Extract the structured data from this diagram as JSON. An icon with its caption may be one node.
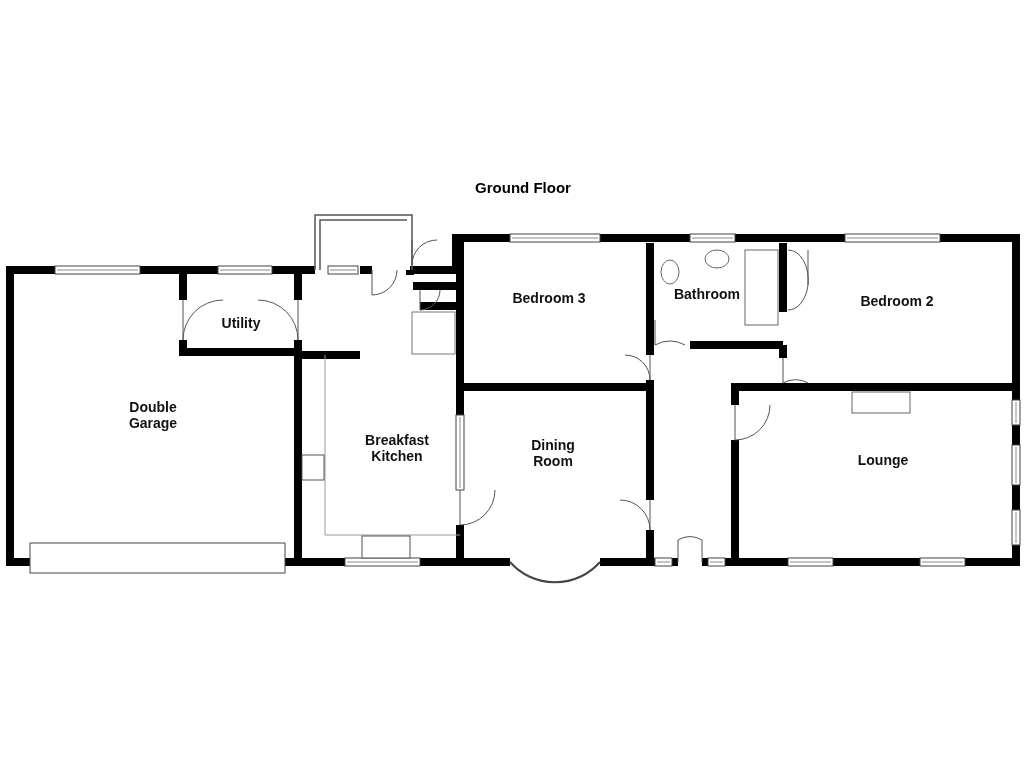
{
  "diagram": {
    "title": "Ground Floor",
    "nodes": [
      {
        "text": [
          "Double Garage"
        ]
      },
      {
        "text": [
          "Utility"
        ]
      },
      {
        "text": [
          "Breakfast Kitchen"
        ]
      },
      {
        "text": [
          "Bedroom 3"
        ]
      },
      {
        "text": [
          "Bathroom"
        ]
      },
      {
        "text": [
          "Bedroom 2"
        ]
      },
      {
        "text": [
          "Dining Room"
        ]
      },
      {
        "text": [
          "Lounge"
        ]
      }
    ]
  }
}
